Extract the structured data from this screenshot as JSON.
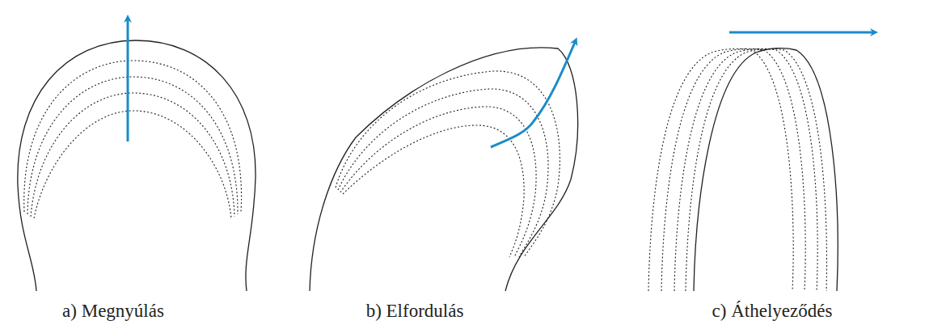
{
  "diagram": {
    "labels": [
      "a) Megnyúlás",
      "b) Elfordulás",
      "c) Áthelyeződés"
    ]
  }
}
